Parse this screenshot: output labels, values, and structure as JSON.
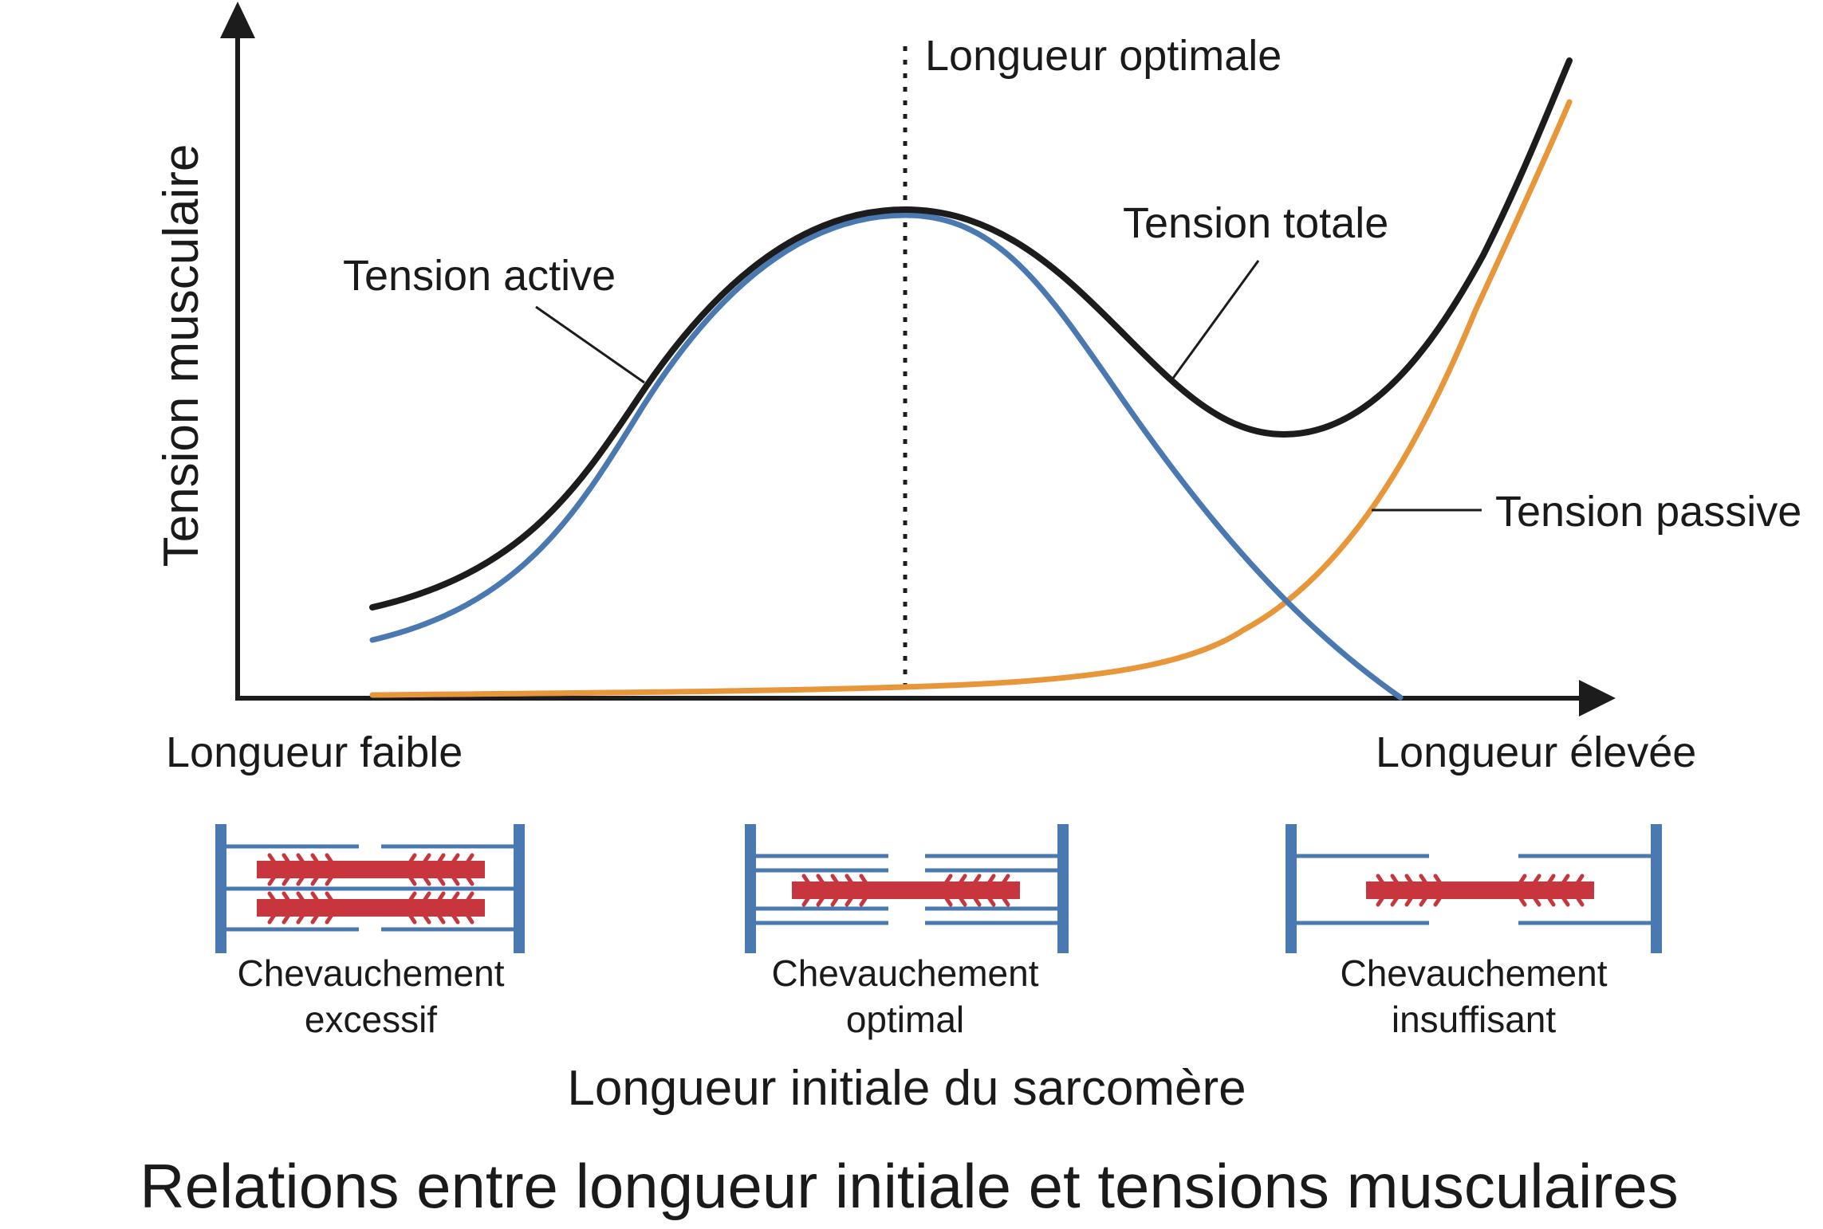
{
  "title": "Relations entre longueur initiale et tensions musculaires",
  "y_axis_label": "Tension musculaire",
  "x_axis": {
    "left_label": "Longueur faible",
    "right_label": "Longueur élevée",
    "title": "Longueur initiale du sarcomère"
  },
  "optimal_marker": {
    "label": "Longueur optimale"
  },
  "curves": [
    {
      "id": "active",
      "label": "Tension active",
      "color": "#4a78b0"
    },
    {
      "id": "total",
      "label": "Tension totale",
      "color": "#1c1c1c"
    },
    {
      "id": "passive",
      "label": "Tension passive",
      "color": "#e8963a"
    }
  ],
  "sarcomeres": [
    {
      "overlap": "excessive",
      "caption_line1": "Chevauchement",
      "caption_line2": "excessif"
    },
    {
      "overlap": "optimal",
      "caption_line1": "Chevauchement",
      "caption_line2": "optimal"
    },
    {
      "overlap": "insufficient",
      "caption_line1": "Chevauchement",
      "caption_line2": "insuffisant"
    }
  ],
  "colors": {
    "axis": "#1c1c1c",
    "actin": "#4a78b0",
    "myosin": "#c8363d"
  }
}
